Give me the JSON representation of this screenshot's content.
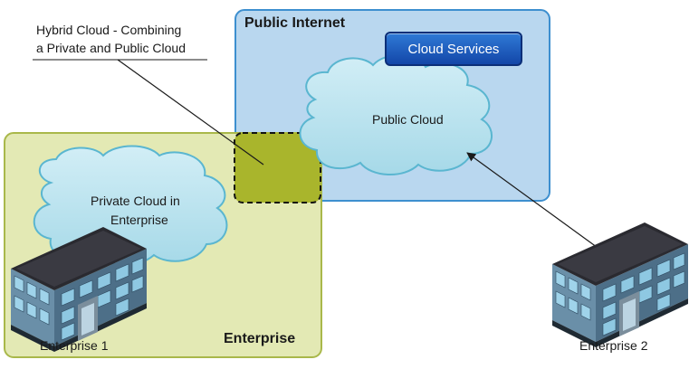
{
  "callout": {
    "line1": "Hybrid Cloud - Combining",
    "line2": "a Private and Public Cloud"
  },
  "public_internet": {
    "title": "Public Internet"
  },
  "cloud_services": {
    "label": "Cloud Services"
  },
  "public_cloud": {
    "label": "Public Cloud"
  },
  "private_cloud": {
    "line1": "Private Cloud in",
    "line2": "Enterprise"
  },
  "enterprise_zone": {
    "title": "Enterprise"
  },
  "buildings": {
    "left_label": "Enterprise 1",
    "right_label": "Enterprise 2"
  },
  "colors": {
    "public_zone_fill": "#b9d7ef",
    "public_zone_border": "#3d8fcf",
    "enterprise_zone_fill": "#e3e9b4",
    "enterprise_zone_border": "#a9b84a",
    "hybrid_fill": "#a9b52c",
    "cloud_fill": "#b6e2ee",
    "button_fill": "#1f5dc0"
  }
}
